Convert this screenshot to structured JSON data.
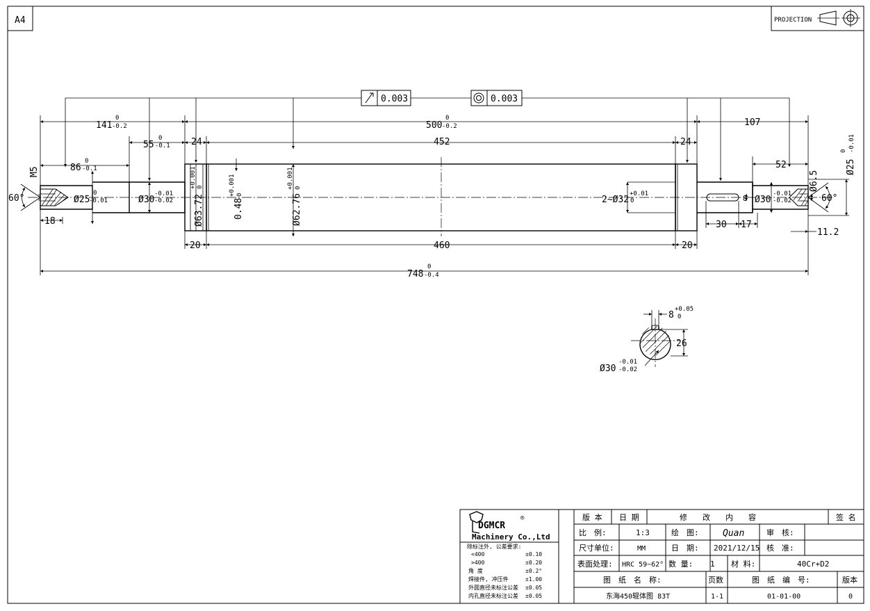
{
  "sheet": {
    "size": "A4",
    "projection_label": "PROJECTION"
  },
  "geometric_tolerances": [
    {
      "symbol": "circular-runout",
      "value": "0.003"
    },
    {
      "symbol": "concentricity",
      "value": "0.003"
    }
  ],
  "dimensions": {
    "overall": {
      "base": "748",
      "upper": "0",
      "lower": "-0.4"
    },
    "d141": {
      "base": "141",
      "upper": "0",
      "lower": "-0.2"
    },
    "d500": {
      "base": "500",
      "upper": "0",
      "lower": "-0.2"
    },
    "d107": "107",
    "d55": {
      "base": "55",
      "upper": "0",
      "lower": "-0.1"
    },
    "d24_left": "24",
    "d452": "452",
    "d24_right": "24",
    "d86": {
      "base": "86",
      "upper": "0",
      "lower": "-0.1"
    },
    "d52": "52",
    "m5": "M5",
    "angle_left": "60°",
    "angle_right": "60°",
    "d18": "18",
    "dia25_left": {
      "base": "Ø25",
      "upper": "0",
      "lower": "-0.01"
    },
    "dia30_left": {
      "base": "Ø30",
      "upper": "-0.01",
      "lower": "-0.02"
    },
    "dia63": {
      "base": "Ø63.72",
      "upper": "+0.001",
      "lower": "0"
    },
    "dia048": {
      "base": "0.48",
      "upper": "+0.001",
      "lower": "0"
    },
    "dia62": {
      "base": "Ø62.76",
      "upper": "+0.001",
      "lower": "0"
    },
    "dia32": {
      "base": "2~Ø32",
      "upper": "+0.01",
      "lower": "0"
    },
    "d8_key": "8",
    "dia30_right": {
      "base": "Ø30",
      "upper": "-0.01",
      "lower": "-0.02"
    },
    "dia65": "Ø6.5",
    "dia25_right": {
      "base": "Ø25",
      "upper": "0",
      "lower": "-0.01"
    },
    "d30": "30",
    "d17": "17",
    "d112": "11.2",
    "d20_left": "20",
    "d460": "460",
    "d20_right": "20"
  },
  "section_view": {
    "key_width": {
      "base": "8",
      "upper": "+0.05",
      "lower": "0"
    },
    "depth": "26",
    "diameter": {
      "base": "Ø30",
      "upper": "-0.01",
      "lower": "-0.02"
    }
  },
  "company": {
    "logo_text": "DGMCR",
    "registered": "®",
    "name": "Machinery Co.,Ltd"
  },
  "tolerance_notes": {
    "title": "除标注外, 公差要求:",
    "rows": [
      {
        "label": "<400",
        "value": "±0.10"
      },
      {
        "label": ">400",
        "value": "±0.20"
      },
      {
        "label": "角  度",
        "value": "±0.2°"
      },
      {
        "label": "焊接件, 冲压件",
        "value": "±1.00"
      },
      {
        "label": "外圆直径未标注公差",
        "value": "±0.05"
      },
      {
        "label": "内孔直径未标注公差",
        "value": "±0.05"
      }
    ]
  },
  "title_block": {
    "header": {
      "version": "版 本",
      "date": "日 期",
      "content": "修　　改　　内　　容",
      "sign": "签 名"
    },
    "scale_label": "比　例:",
    "scale_value": "1:3",
    "drawn_label": "绘　图:",
    "drawn_value": "Quan",
    "review_label": "审　核:",
    "unit_label": "尺寸单位:",
    "unit_value": "MM",
    "date_label": "日　期:",
    "date_value": "2021/12/15",
    "approve_label": "核　准:",
    "surface_label": "表面处理:",
    "surface_value": "HRC 59~62°",
    "qty_label": "数 量:",
    "qty_value": "1",
    "material_label": "材 料:",
    "material_value": "40Cr+D2",
    "name_label": "图　纸　名　称:",
    "name_value": "东海450辊体图 83T",
    "page_label": "页数",
    "page_value": "1-1",
    "number_label": "图　纸　编　号:",
    "number_value": "01-01-00",
    "rev_label": "版本",
    "rev_value": "0"
  }
}
